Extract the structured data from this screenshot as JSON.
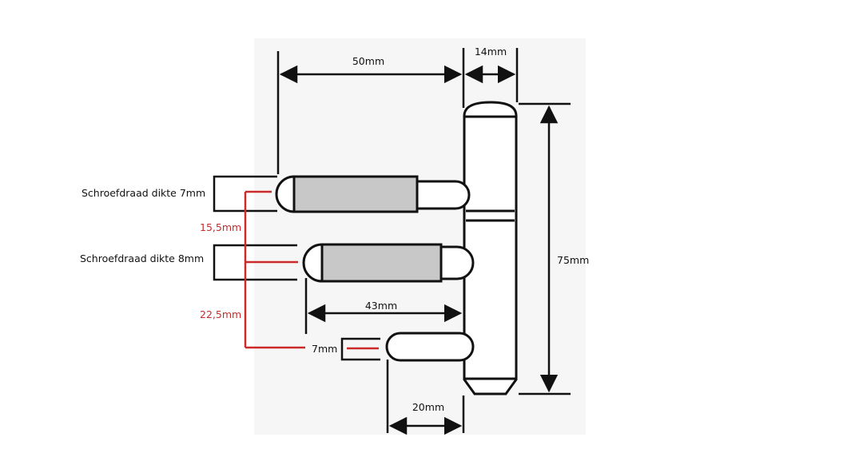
{
  "labels": {
    "width_top": "50mm",
    "width_barrel": "14mm",
    "height_total": "75mm",
    "length_middle": "43mm",
    "length_bottom": "20mm",
    "thread_top": "Schroefdraad dikte 7mm",
    "thread_middle": "Schroefdraad dikte 8mm",
    "pin_bottom": "7mm",
    "spacing_upper": "15,5mm",
    "spacing_lower": "22,5mm"
  },
  "colors": {
    "ink": "#111111",
    "thread_fill": "#c8c8c8",
    "accent_red": "#cc2a2a",
    "background": "#ffffff"
  }
}
